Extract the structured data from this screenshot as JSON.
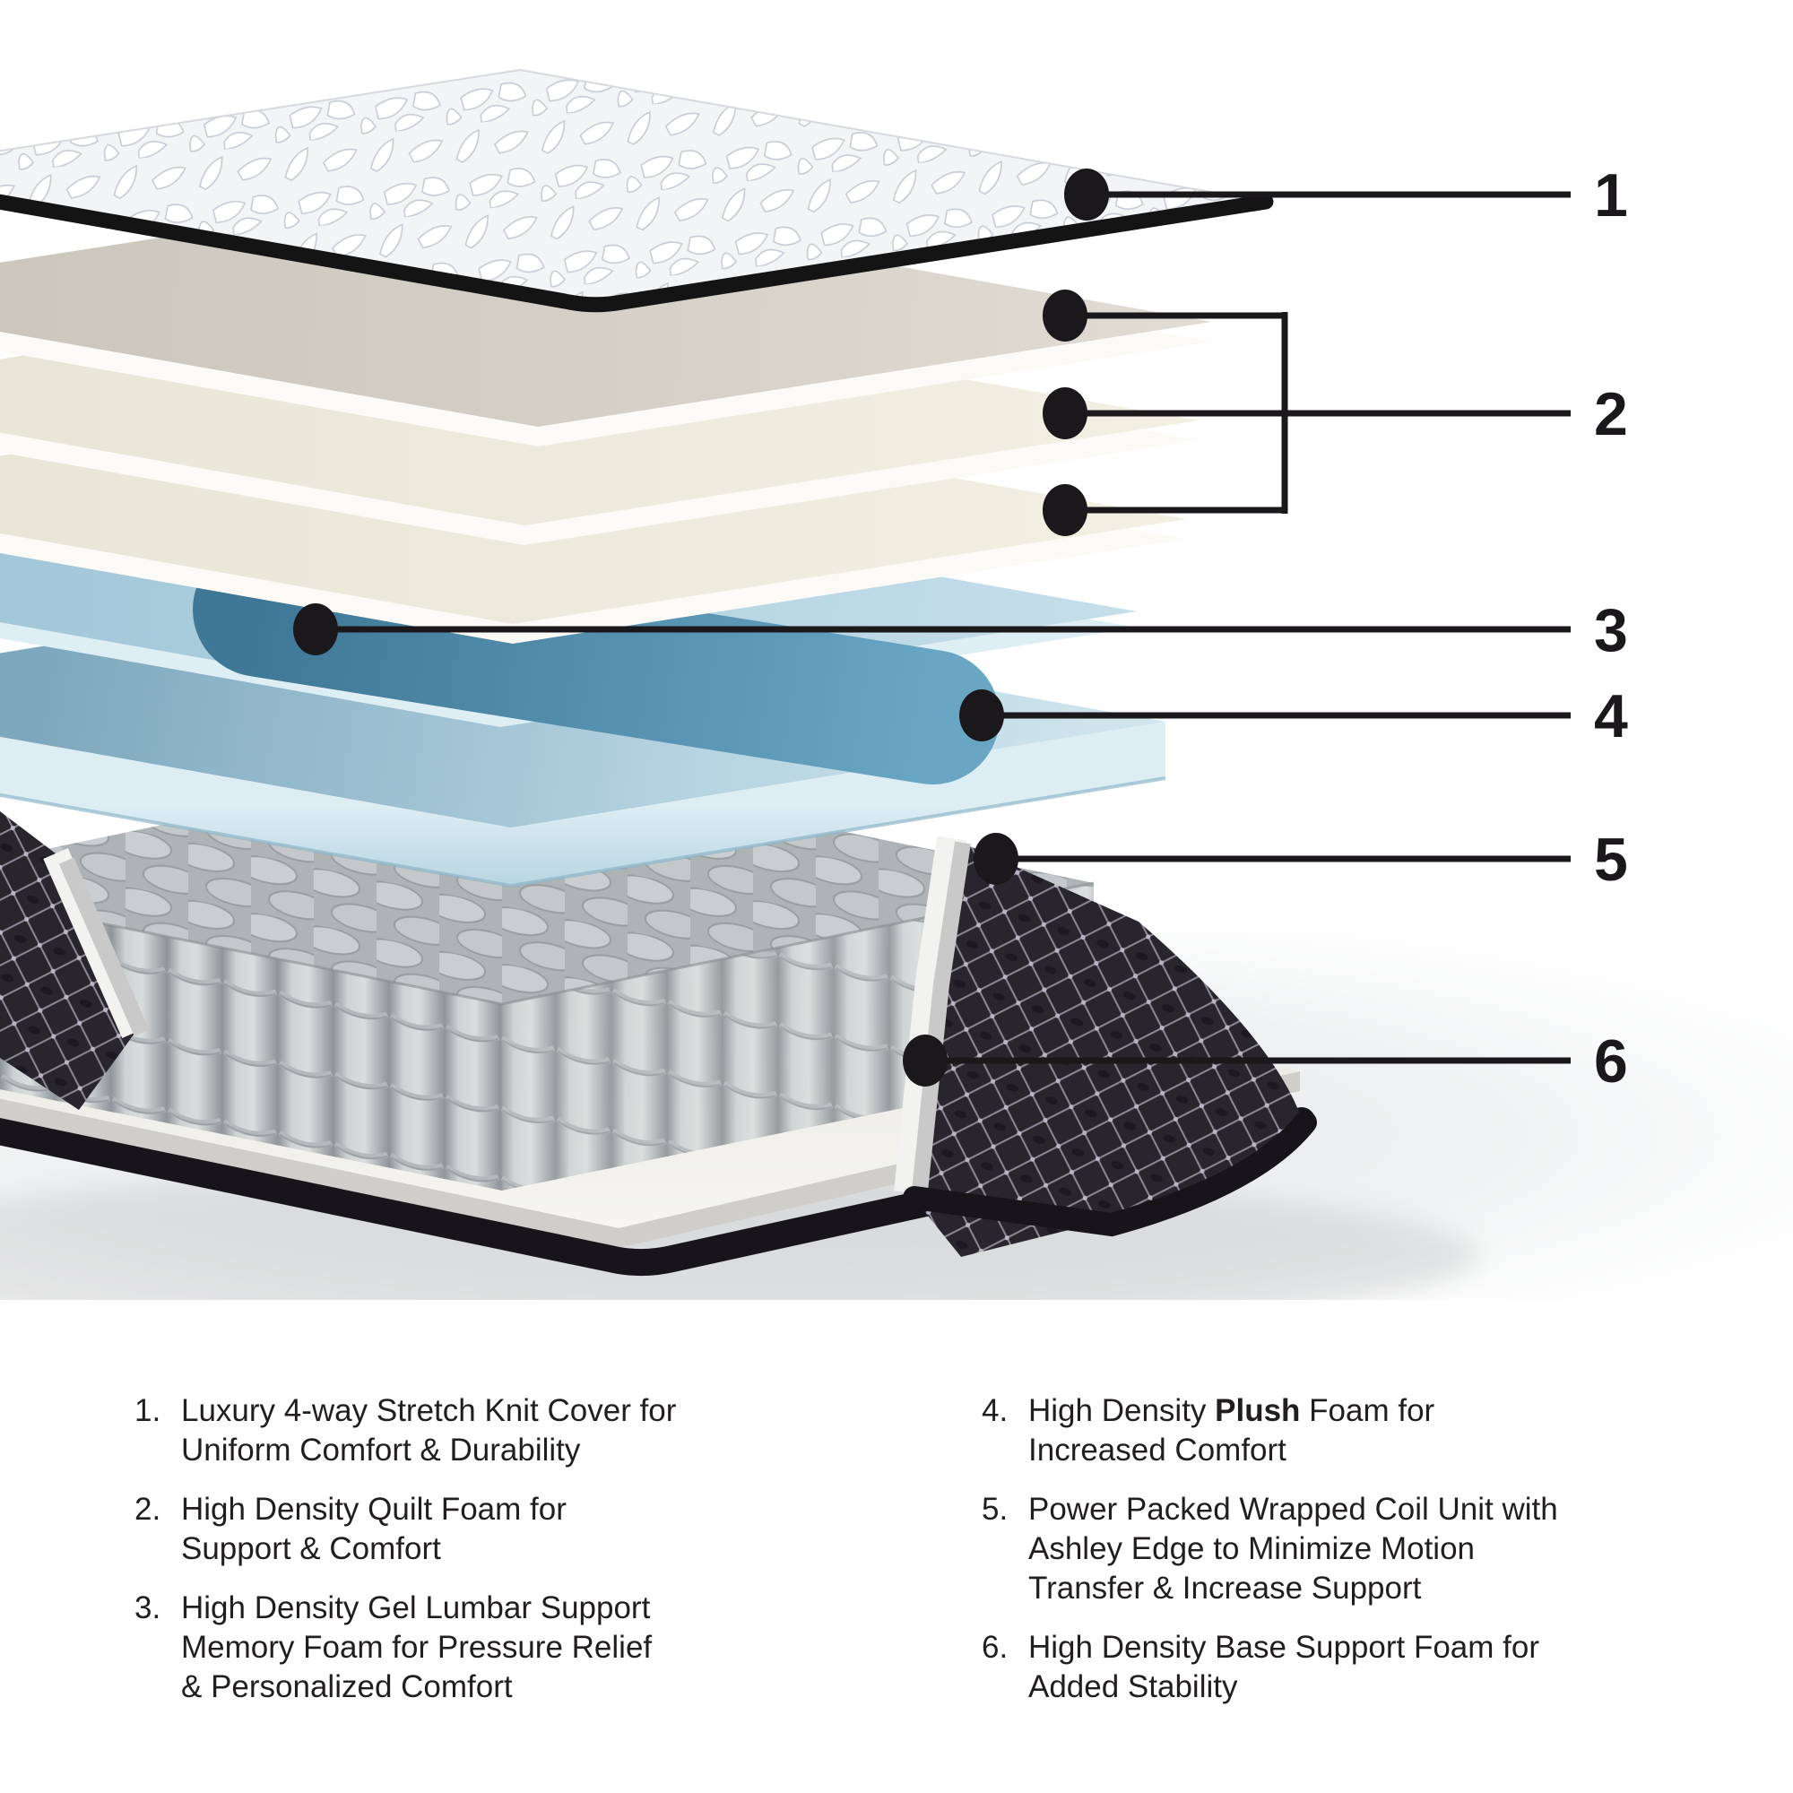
{
  "callouts": [
    {
      "label": "1"
    },
    {
      "label": "2"
    },
    {
      "label": "3"
    },
    {
      "label": "4"
    },
    {
      "label": "5"
    },
    {
      "label": "6"
    }
  ],
  "legend": {
    "left_items": [
      {
        "number": "1.",
        "lines": [
          [
            {
              "t": "Luxury 4-way Stretch Knit Cover for"
            }
          ],
          [
            {
              "t": "Uniform Comfort & Durability"
            }
          ]
        ]
      },
      {
        "number": "2.",
        "lines": [
          [
            {
              "t": "High Density Quilt Foam for"
            }
          ],
          [
            {
              "t": "Support & Comfort"
            }
          ]
        ]
      },
      {
        "number": "3.",
        "lines": [
          [
            {
              "t": "High Density Gel Lumbar Support"
            }
          ],
          [
            {
              "t": "Memory Foam for Pressure Relief"
            }
          ],
          [
            {
              "t": "& Personalized Comfort"
            }
          ]
        ]
      }
    ],
    "right_items": [
      {
        "number": "4.",
        "lines": [
          [
            {
              "t": "High Density "
            },
            {
              "t": "Plush",
              "b": true
            },
            {
              "t": " Foam for"
            }
          ],
          [
            {
              "t": "Increased Comfort"
            }
          ]
        ]
      },
      {
        "number": "5.",
        "lines": [
          [
            {
              "t": "Power Packed Wrapped Coil Unit with"
            }
          ],
          [
            {
              "t": "Ashley Edge to Minimize Motion"
            }
          ],
          [
            {
              "t": "Transfer & Increase Support"
            }
          ]
        ]
      },
      {
        "number": "6.",
        "lines": [
          [
            {
              "t": "High Density Base Support Foam for"
            }
          ],
          [
            {
              "t": "Added Stability"
            }
          ]
        ]
      }
    ]
  },
  "colors": {
    "line": "#1b181c",
    "gel_lumbar": "#4a84a3",
    "gel_layer": "#aed0e0",
    "plush_foam": "#a9cbdd",
    "quilt_foam": "#e9e7d8",
    "coil_gray": "#b9bdbf",
    "shell_dark": "#28262c",
    "cover_white": "#f4f5f6"
  }
}
